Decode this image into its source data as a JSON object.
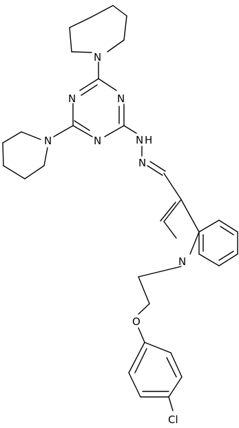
{
  "atom_labels": {
    "n_pip_top": "N",
    "n_pip_left": "N",
    "n_triazine_1": "N",
    "n_triazine_2": "N",
    "n_triazine_3": "N",
    "n_hydrazine_nh": "N",
    "h_hydrazine": "H",
    "n_imine": "N",
    "n_indole": "N",
    "o_ether": "O",
    "cl_chloro": "Cl"
  }
}
